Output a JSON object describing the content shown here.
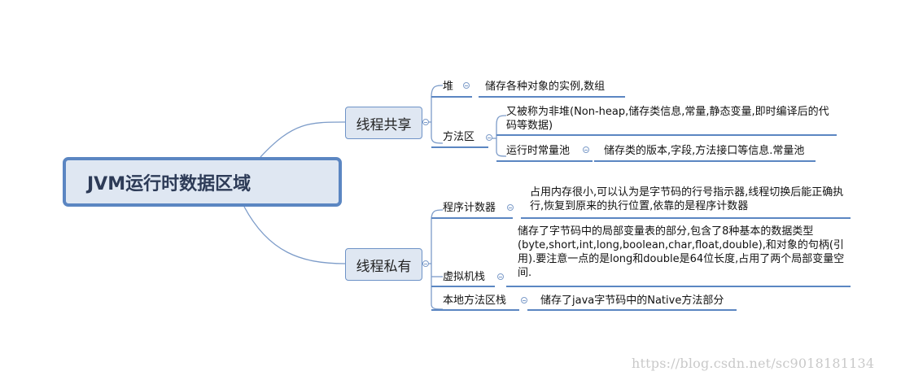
{
  "root": {
    "label": "JVM运行时数据区域"
  },
  "branches": {
    "shared": {
      "label": "线程共享",
      "heap": {
        "label": "堆",
        "desc": "储存各种对象的实例,数组"
      },
      "method_area": {
        "label": "方法区",
        "desc": "又被称为非堆(Non-heap,储存类信息,常量,静态变量,即时编译后的代码等数据)",
        "runtime_pool": {
          "label": "运行时常量池",
          "desc": "储存类的版本,字段,方法接口等信息.常量池"
        }
      }
    },
    "private": {
      "label": "线程私有",
      "pc": {
        "label": "程序计数器",
        "desc": "占用内存很小,可以认为是字节码的行号指示器,线程切换后能正确执行,恢复到原来的执行位置,依靠的是程序计数器"
      },
      "vm_stack": {
        "label": "虚拟机栈",
        "desc": "储存了字节码中的局部变量表的部分,包含了8种基本的数据类型(byte,short,int,long,boolean,char,float,double),和对象的句柄(引用).要注意一点的是long和double是64位长度,占用了两个局部变量空间."
      },
      "native_stack": {
        "label": "本地方法区栈",
        "desc": "储存了java字节码中的Native方法部分"
      }
    }
  },
  "watermark": "https://blog.csdn.net/sc9018181134",
  "colors": {
    "accent": "#5b86c2",
    "node_fill": "#dfe7f2",
    "line": "#6f94c8"
  }
}
